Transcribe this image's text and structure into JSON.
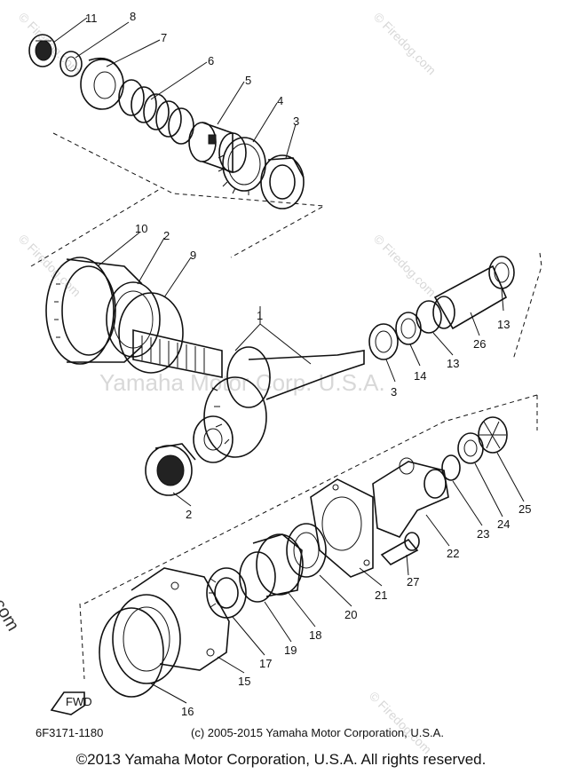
{
  "watermarks": {
    "center": "Yamaha Motor Corp. U.S.A.",
    "side": "© Firedog.com",
    "tile": "© Firedog.com"
  },
  "drawing": {
    "part_code": "6F3171-1180",
    "fine_print": "(c) 2005-2015 Yamaha Motor Corporation, U.S.A.",
    "fwd_label": "FWD"
  },
  "callouts": [
    "11",
    "8",
    "7",
    "6",
    "5",
    "4",
    "3",
    "10",
    "2",
    "9",
    "1",
    "13",
    "26",
    "13",
    "14",
    "3",
    "2",
    "25",
    "24",
    "23",
    "22",
    "21",
    "27",
    "20",
    "18",
    "19",
    "17",
    "15",
    "16"
  ],
  "footer": {
    "copyright": "©2013 Yamaha Motor Corporation, U.S.A. All rights reserved."
  }
}
